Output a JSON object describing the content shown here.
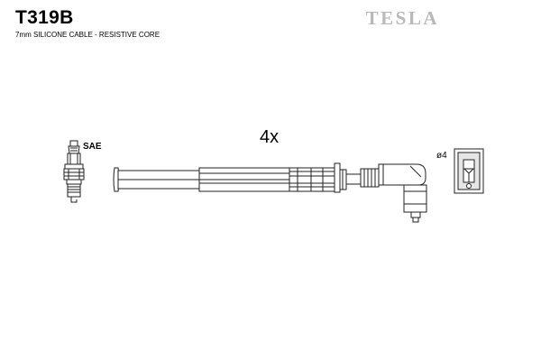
{
  "header": {
    "part_number": "T319B",
    "subtitle": "7mm SILICONE CABLE - RESISTIVE CORE",
    "brand": "TESLA"
  },
  "diagram": {
    "plug_label": "SAE",
    "quantity_label": "4x",
    "terminal_label": "ø4"
  }
}
